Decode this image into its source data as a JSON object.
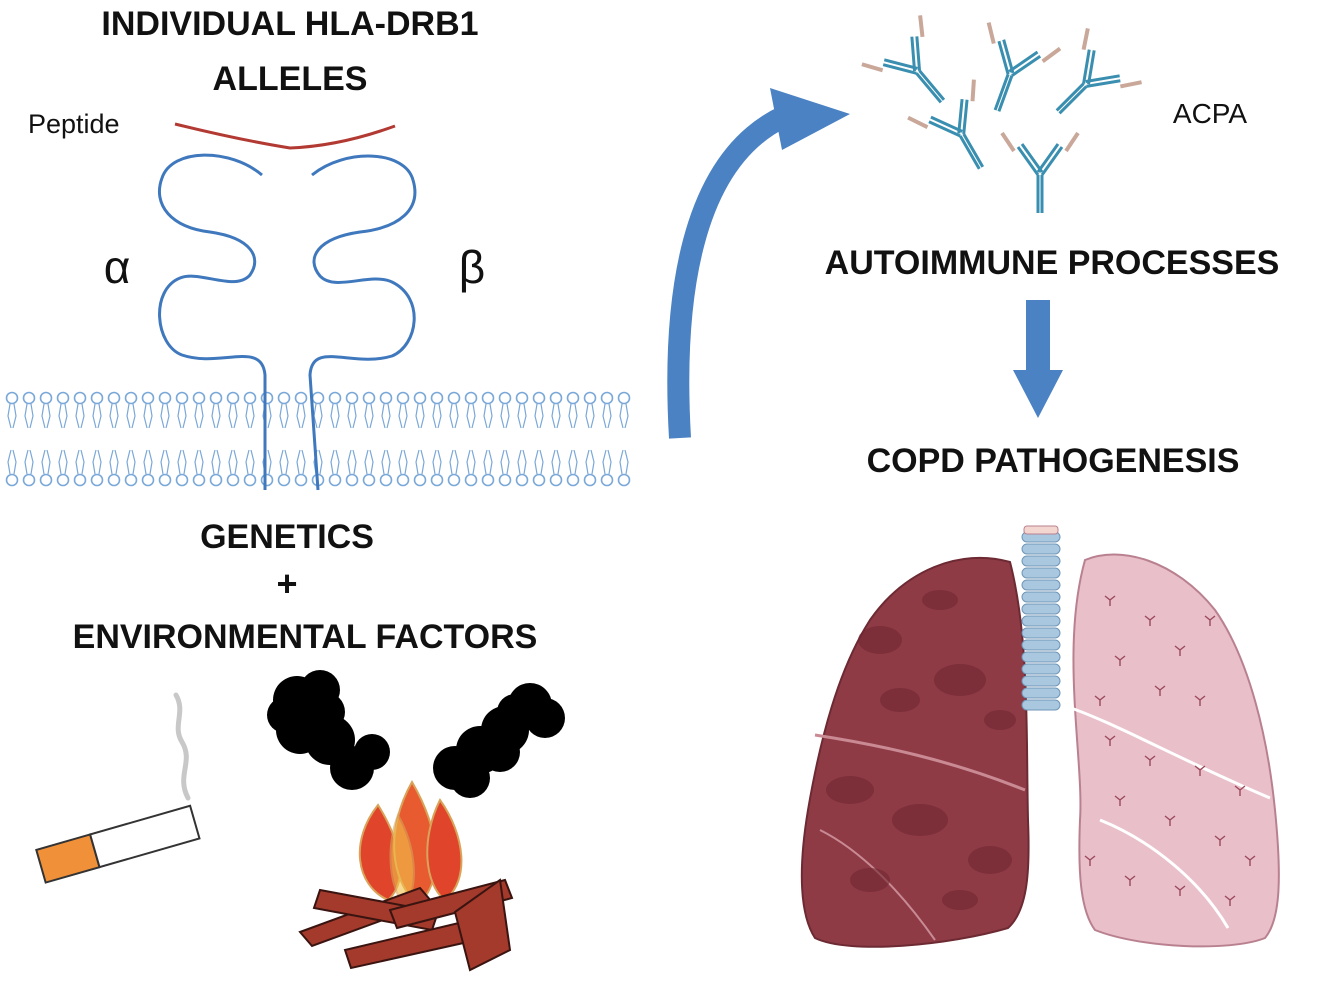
{
  "title": {
    "line1": "INDIVIDUAL HLA-DRB1",
    "line2": "ALLELES"
  },
  "labels": {
    "peptide": "Peptide",
    "alpha": "α",
    "beta": "β",
    "acpa": "ACPA",
    "autoimmune": "AUTOIMMUNE PROCESSES",
    "copd": "COPD PATHOGENESIS",
    "genetics": "GENETICS",
    "plus": "+",
    "environment": "ENVIRONMENTAL FACTORS"
  },
  "colors": {
    "arrow": "#4a82c3",
    "protein_chain": "#3f78bd",
    "peptide": "#b23a33",
    "membrane": "#7aa8d8",
    "antibody_heavy": "#3a8fb0",
    "antibody_light": "#c9a89a",
    "lung_diseased": "#8e3b46",
    "lung_healthy": "#e9bfca",
    "trachea": "#a9c8e0",
    "fire": "#e0442a",
    "wood": "#a33a2c",
    "smoke": "#000000",
    "cigarette_filter": "#f0913a"
  }
}
